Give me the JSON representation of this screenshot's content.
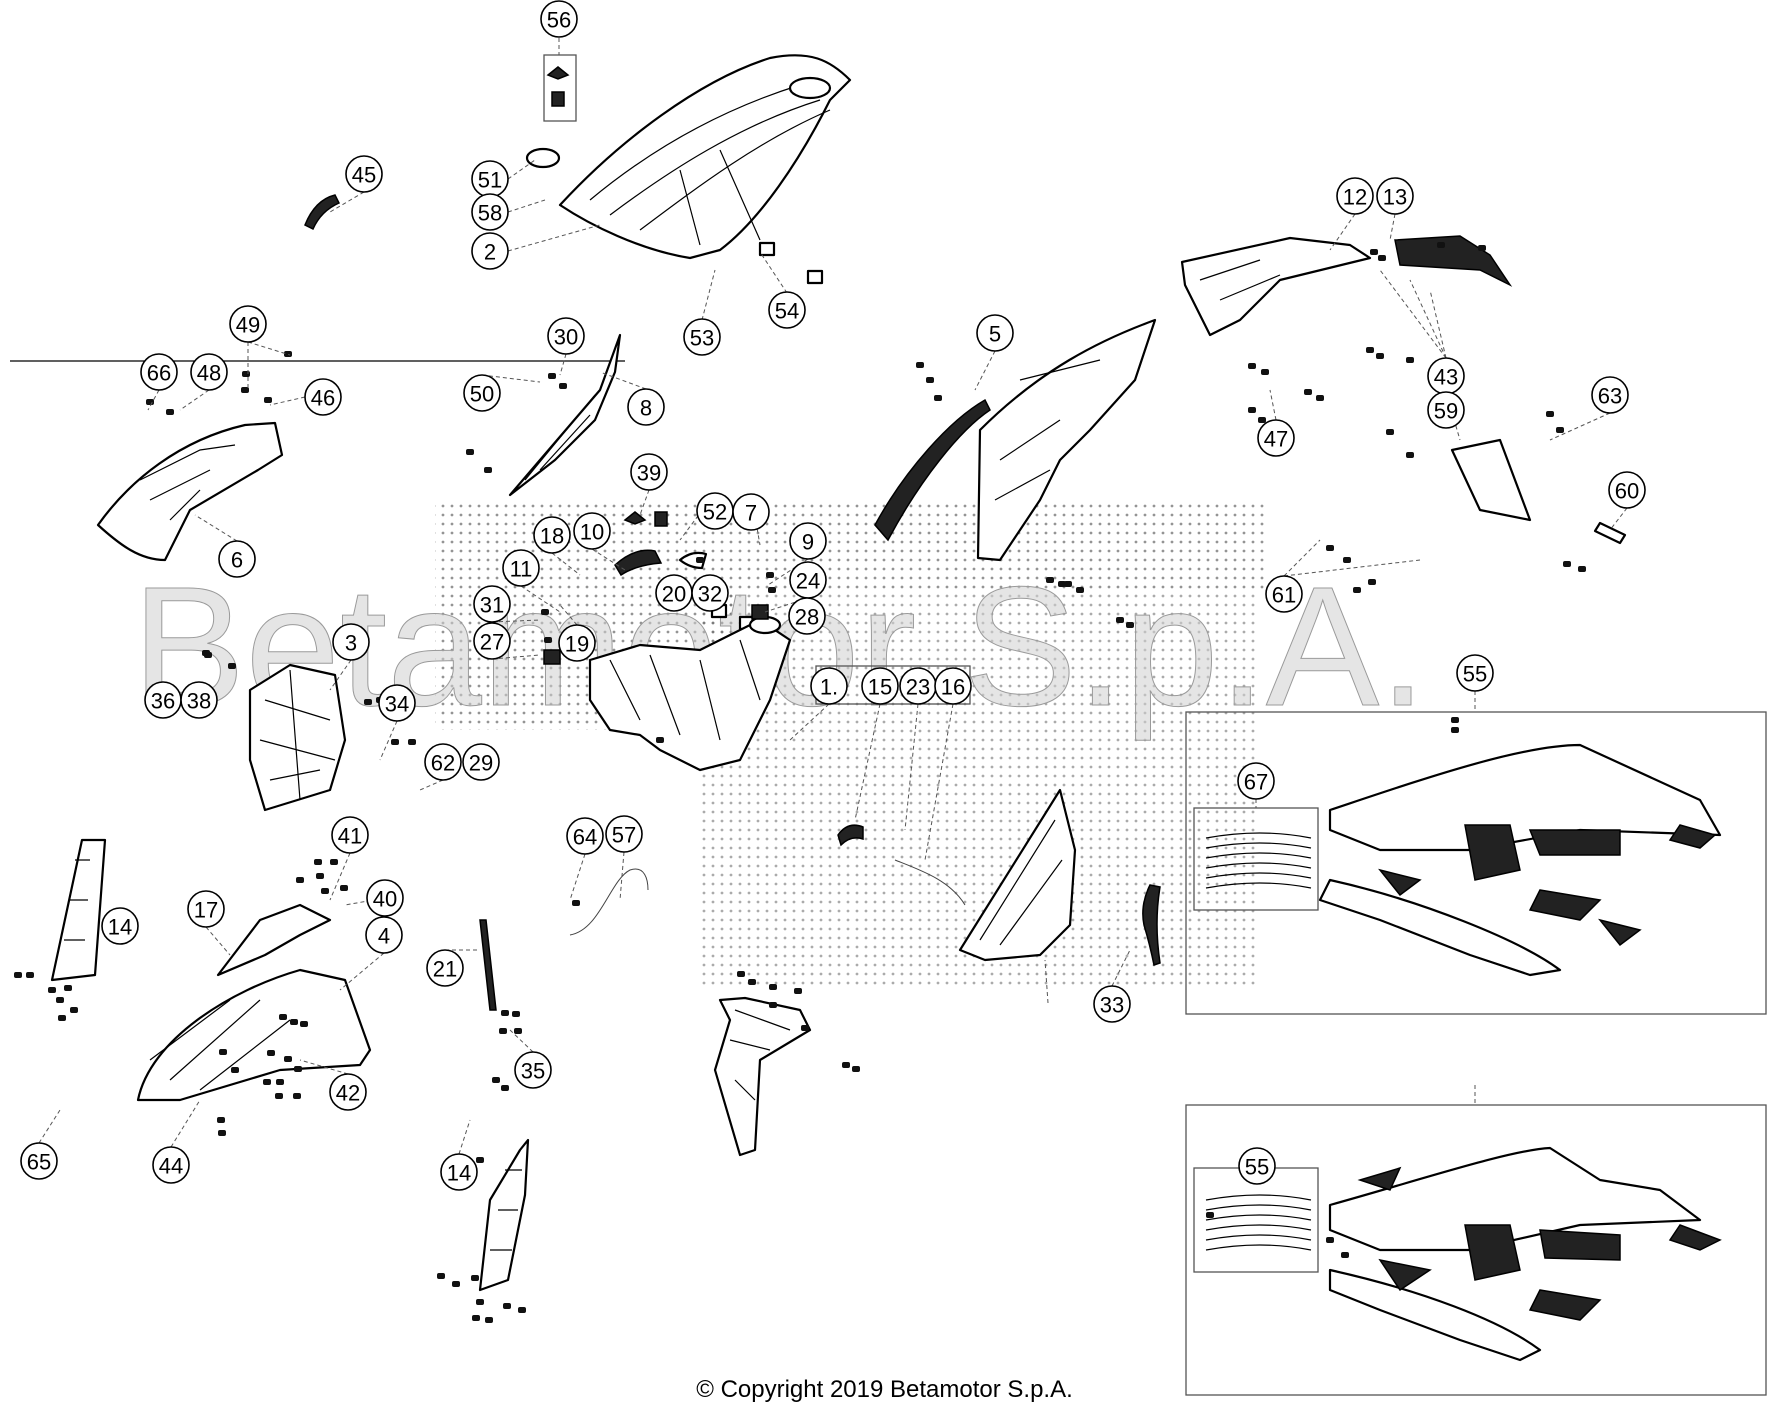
{
  "watermark": "Betamotor S.p.A.",
  "copyright": "© Copyright 2019 Betamotor S.p.A.",
  "callouts": [
    "56",
    "45",
    "51",
    "58",
    "2",
    "53",
    "54",
    "49",
    "66",
    "48",
    "46",
    "30",
    "50",
    "8",
    "6",
    "39",
    "52",
    "7",
    "9",
    "24",
    "28",
    "18",
    "10",
    "11",
    "20",
    "32",
    "31",
    "27",
    "19",
    "3",
    "36",
    "38",
    "34",
    "62",
    "29",
    "1.",
    "15",
    "23",
    "16",
    "5",
    "12",
    "13",
    "43",
    "47",
    "59",
    "63",
    "60",
    "61",
    "55",
    "67",
    "41",
    "40",
    "17",
    "4",
    "14",
    "42",
    "44",
    "65",
    "64",
    "57",
    "21",
    "35",
    "33"
  ]
}
